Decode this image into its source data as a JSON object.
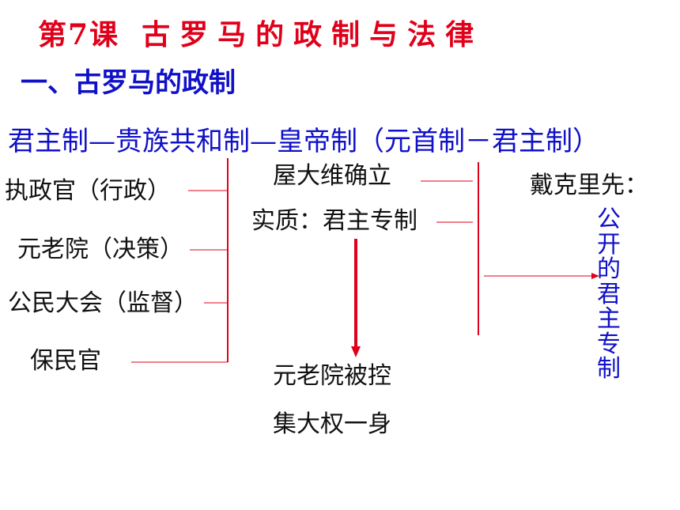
{
  "title": {
    "lesson": "第7课",
    "topic": "古罗马的政制与法律"
  },
  "section_heading": "一、古罗马的政制",
  "evolution": "君主制—贵族共和制—皇帝制（元首制－君主制）",
  "republic_items": [
    "执政官（行政）",
    "元老院（决策）",
    "公民大会（监督）",
    "保民官"
  ],
  "empire": {
    "founder": "屋大维确立",
    "essence": "实质：君主专制",
    "results": [
      "元老院被控",
      "集大权一身"
    ]
  },
  "diocletian": {
    "label": "戴克里先：",
    "vertical_text": [
      "公",
      "开",
      "的",
      "君",
      "主",
      "专",
      "制"
    ]
  },
  "colors": {
    "title": "#e0001a",
    "heading": "#1010c8",
    "line": "#e0001a",
    "text": "#111111"
  }
}
